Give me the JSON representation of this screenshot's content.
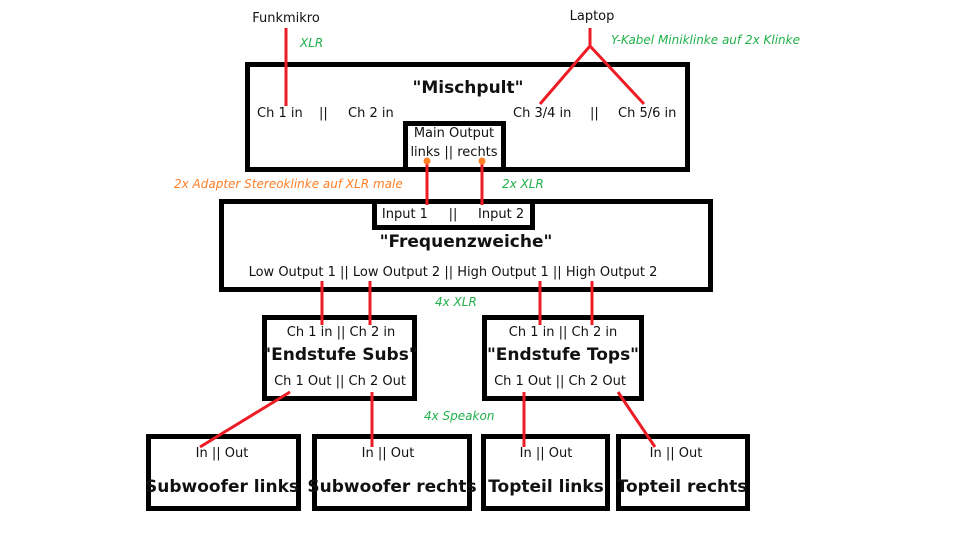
{
  "sources": {
    "funkmikro": "Funkmikro",
    "laptop": "Laptop"
  },
  "annotations": {
    "xlr": "XLR",
    "y_kabel": "Y-Kabel Miniklinke auf 2x Klinke",
    "adapter": "2x Adapter Stereoklinke auf XLR male",
    "two_xlr": "2x XLR",
    "four_xlr": "4x XLR",
    "four_speakon": "4x Speakon"
  },
  "colors": {
    "wire": "#ed1c24",
    "connector_dot": "#ff7f27",
    "annotation_green": "#22b14c",
    "annotation_orange": "#ff7f27"
  },
  "mischpult": {
    "title": "\"Mischpult\"",
    "ch1": "Ch 1 in",
    "sep1": "||",
    "ch2": "Ch 2 in",
    "ch34": "Ch 3/4 in",
    "sep2": "||",
    "ch56": "Ch 5/6 in",
    "main_output_line1": "Main Output",
    "main_output_line2": "links || rechts"
  },
  "frequenzweiche": {
    "title": "\"Frequenzweiche\"",
    "inputs": "Input 1     ||     Input 2",
    "outputs": "Low Output 1 || Low Output 2 || High Output 1 || High Output 2"
  },
  "endstufe_subs": {
    "inputs": "Ch 1 in || Ch 2 in",
    "title": "\"Endstufe Subs\"",
    "outputs": "Ch 1 Out || Ch 2 Out"
  },
  "endstufe_tops": {
    "inputs": "Ch 1 in || Ch 2 in",
    "title": "\"Endstufe Tops\"",
    "outputs": "Ch 1 Out || Ch 2 Out"
  },
  "speakers": [
    {
      "ports": "In || Out",
      "name": "Subwoofer links"
    },
    {
      "ports": "In || Out",
      "name": "Subwoofer rechts"
    },
    {
      "ports": "In || Out",
      "name": "Topteil links"
    },
    {
      "ports": "In || Out",
      "name": "Topteil rechts"
    }
  ]
}
